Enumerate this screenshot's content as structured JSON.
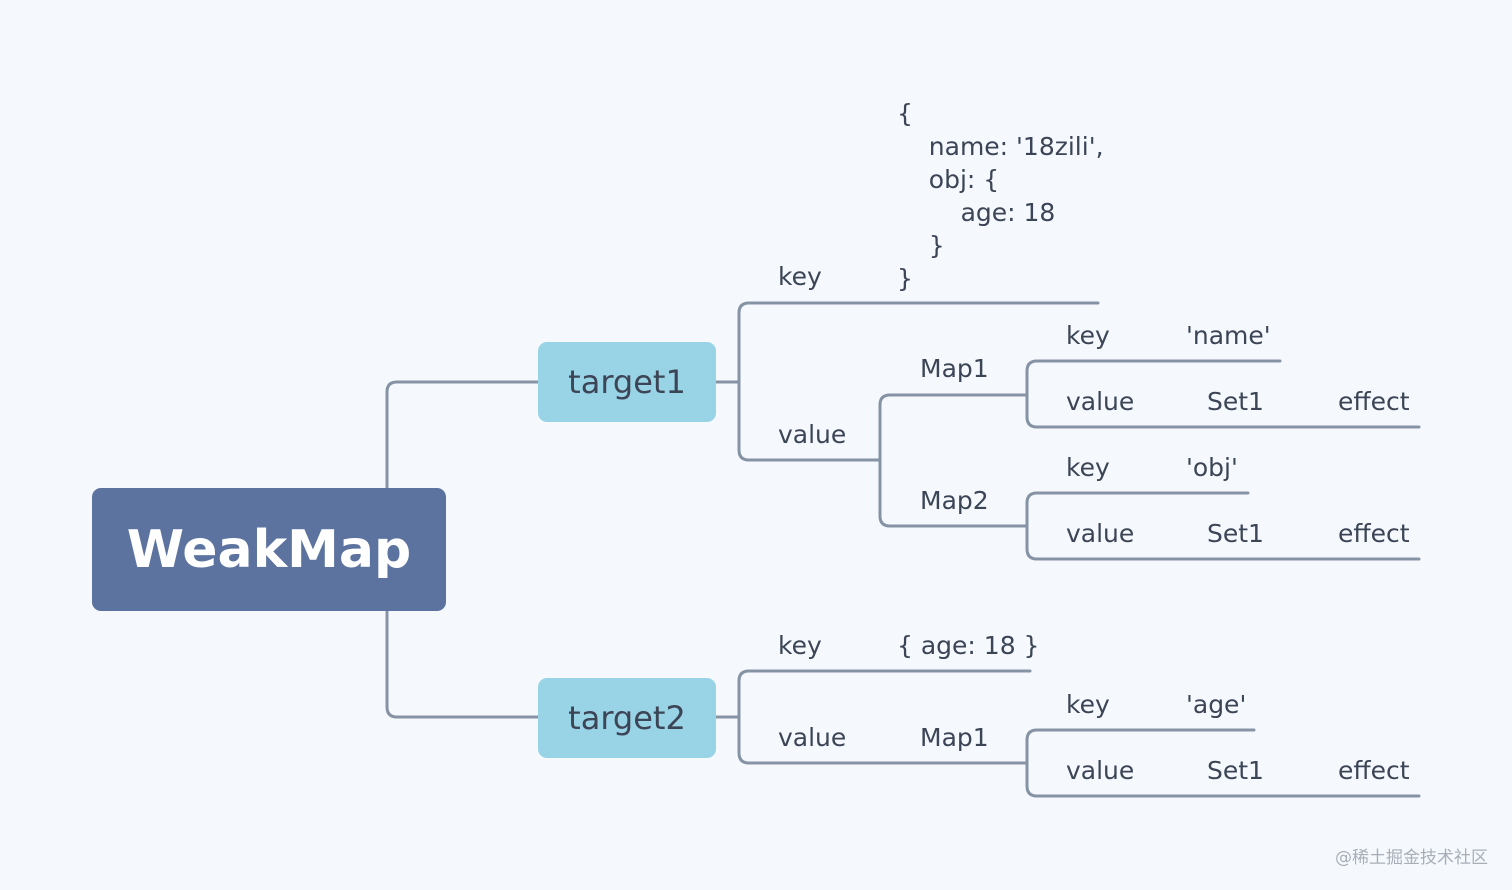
{
  "colors": {
    "background": "#f5f9fd",
    "line": "#8593a5",
    "root": "#5b739e",
    "branch": "#99d3e6",
    "text": "#3c4556"
  },
  "root": {
    "label": "WeakMap"
  },
  "targets": [
    {
      "label": "target1",
      "key_label": "key",
      "key_value": "{\n    name: '18zili',\n    obj: {\n        age: 18\n    }\n}",
      "value_label": "value",
      "maps": [
        {
          "label": "Map1",
          "key_label": "key",
          "key_value": "'name'",
          "value_label": "value",
          "set": "Set1",
          "effect": "effect"
        },
        {
          "label": "Map2",
          "key_label": "key",
          "key_value": "'obj'",
          "value_label": "value",
          "set": "Set1",
          "effect": "effect"
        }
      ]
    },
    {
      "label": "target2",
      "key_label": "key",
      "key_value": "{ age: 18 }",
      "value_label": "value",
      "maps": [
        {
          "label": "Map1",
          "key_label": "key",
          "key_value": "'age'",
          "value_label": "value",
          "set": "Set1",
          "effect": "effect"
        }
      ]
    }
  ],
  "watermark": "@稀土掘金技术社区"
}
